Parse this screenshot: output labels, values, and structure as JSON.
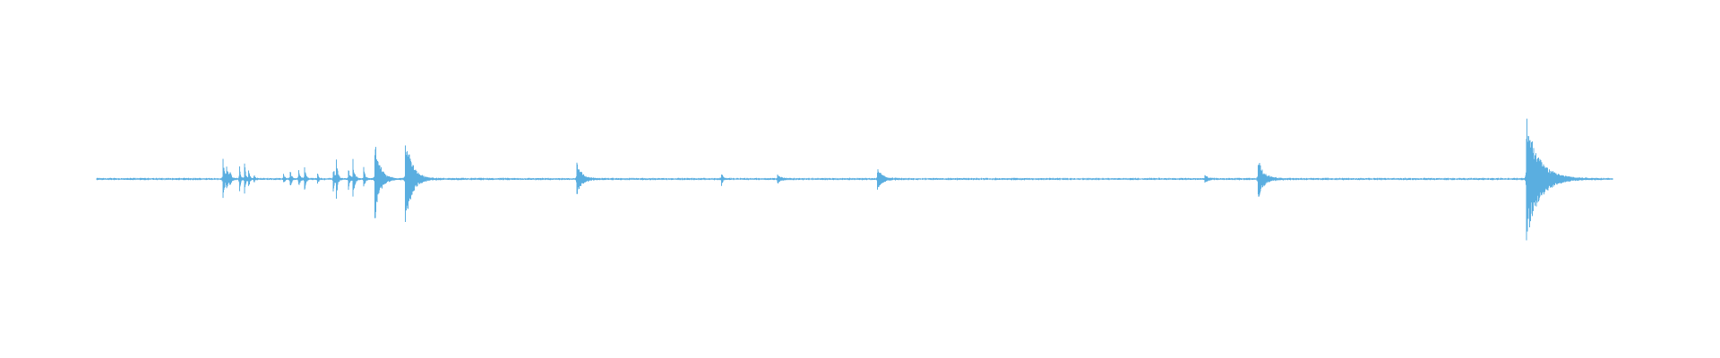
{
  "waveform": {
    "color": "#5aaee0",
    "background": "#ffffff",
    "time_range": [
      0,
      1
    ],
    "amplitude_range": [
      -1,
      1
    ],
    "noise_floor": 0.012,
    "events": [
      {
        "t": 0.0831,
        "amp": 0.22,
        "decay": 0.0012
      },
      {
        "t": 0.0855,
        "amp": 0.16,
        "decay": 0.001
      },
      {
        "t": 0.0875,
        "amp": 0.1,
        "decay": 0.0008
      },
      {
        "t": 0.094,
        "amp": 0.2,
        "decay": 0.0006
      },
      {
        "t": 0.0975,
        "amp": 0.18,
        "decay": 0.0006
      },
      {
        "t": 0.1,
        "amp": 0.16,
        "decay": 0.0006
      },
      {
        "t": 0.1035,
        "amp": 0.06,
        "decay": 0.0006
      },
      {
        "t": 0.123,
        "amp": 0.07,
        "decay": 0.0008
      },
      {
        "t": 0.1275,
        "amp": 0.1,
        "decay": 0.0008
      },
      {
        "t": 0.133,
        "amp": 0.12,
        "decay": 0.0008
      },
      {
        "t": 0.137,
        "amp": 0.14,
        "decay": 0.0008
      },
      {
        "t": 0.1455,
        "amp": 0.08,
        "decay": 0.0006
      },
      {
        "t": 0.156,
        "amp": 0.12,
        "decay": 0.001
      },
      {
        "t": 0.158,
        "amp": 0.22,
        "decay": 0.0008
      },
      {
        "t": 0.166,
        "amp": 0.1,
        "decay": 0.001
      },
      {
        "t": 0.169,
        "amp": 0.2,
        "decay": 0.001
      },
      {
        "t": 0.176,
        "amp": 0.12,
        "decay": 0.0008
      },
      {
        "t": 0.1835,
        "amp": 0.4,
        "decay": 0.003
      },
      {
        "t": 0.2035,
        "amp": 0.45,
        "decay": 0.004
      },
      {
        "t": 0.3165,
        "amp": 0.17,
        "decay": 0.003
      },
      {
        "t": 0.412,
        "amp": 0.08,
        "decay": 0.0008
      },
      {
        "t": 0.449,
        "amp": 0.04,
        "decay": 0.002
      },
      {
        "t": 0.515,
        "amp": 0.1,
        "decay": 0.003
      },
      {
        "t": 0.731,
        "amp": 0.04,
        "decay": 0.0015
      },
      {
        "t": 0.766,
        "amp": 0.2,
        "decay": 0.0035
      },
      {
        "t": 0.943,
        "amp": 0.6,
        "decay": 0.008
      }
    ]
  }
}
